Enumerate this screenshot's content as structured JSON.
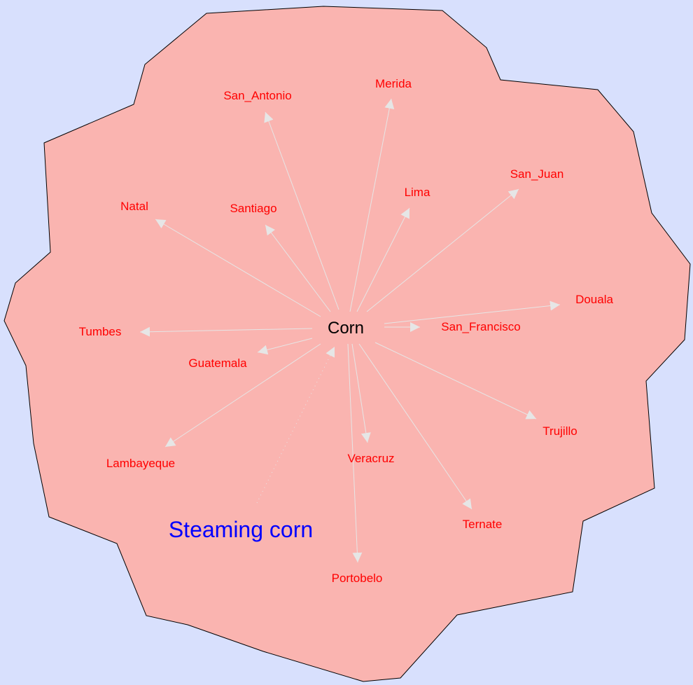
{
  "colors": {
    "background": "#d8e0fd",
    "region_fill": "#fab4b0",
    "region_stroke": "#000000",
    "edge": "#e6e6e6",
    "node_text": "#ff0000",
    "center_text": "#000000",
    "caption_text": "#0000ff"
  },
  "center": {
    "label": "Corn"
  },
  "caption": {
    "label": "Steaming corn"
  },
  "nodes": [
    {
      "id": "merida",
      "label": "Merida"
    },
    {
      "id": "san_antonio",
      "label": "San_Antonio"
    },
    {
      "id": "san_juan",
      "label": "San_Juan"
    },
    {
      "id": "lima",
      "label": "Lima"
    },
    {
      "id": "natal",
      "label": "Natal"
    },
    {
      "id": "santiago",
      "label": "Santiago"
    },
    {
      "id": "douala",
      "label": "Douala"
    },
    {
      "id": "san_francisco",
      "label": "San_Francisco"
    },
    {
      "id": "tumbes",
      "label": "Tumbes"
    },
    {
      "id": "guatemala",
      "label": "Guatemala"
    },
    {
      "id": "trujillo",
      "label": "Trujillo"
    },
    {
      "id": "lambayeque",
      "label": "Lambayeque"
    },
    {
      "id": "veracruz",
      "label": "Veracruz"
    },
    {
      "id": "ternate",
      "label": "Ternate"
    },
    {
      "id": "portobelo",
      "label": "Portobelo"
    }
  ],
  "edges": [
    {
      "from": "center",
      "to": "merida",
      "style": "solid"
    },
    {
      "from": "center",
      "to": "san_antonio",
      "style": "solid"
    },
    {
      "from": "center",
      "to": "san_juan",
      "style": "solid"
    },
    {
      "from": "center",
      "to": "lima",
      "style": "solid"
    },
    {
      "from": "center",
      "to": "natal",
      "style": "solid"
    },
    {
      "from": "center",
      "to": "santiago",
      "style": "solid"
    },
    {
      "from": "center",
      "to": "douala",
      "style": "solid"
    },
    {
      "from": "center",
      "to": "san_francisco",
      "style": "solid"
    },
    {
      "from": "center",
      "to": "tumbes",
      "style": "solid"
    },
    {
      "from": "center",
      "to": "guatemala",
      "style": "solid"
    },
    {
      "from": "center",
      "to": "trujillo",
      "style": "solid"
    },
    {
      "from": "center",
      "to": "lambayeque",
      "style": "solid"
    },
    {
      "from": "center",
      "to": "veracruz",
      "style": "solid"
    },
    {
      "from": "center",
      "to": "ternate",
      "style": "solid"
    },
    {
      "from": "center",
      "to": "portobelo",
      "style": "solid"
    },
    {
      "from": "caption",
      "to": "center",
      "style": "dotted"
    }
  ]
}
